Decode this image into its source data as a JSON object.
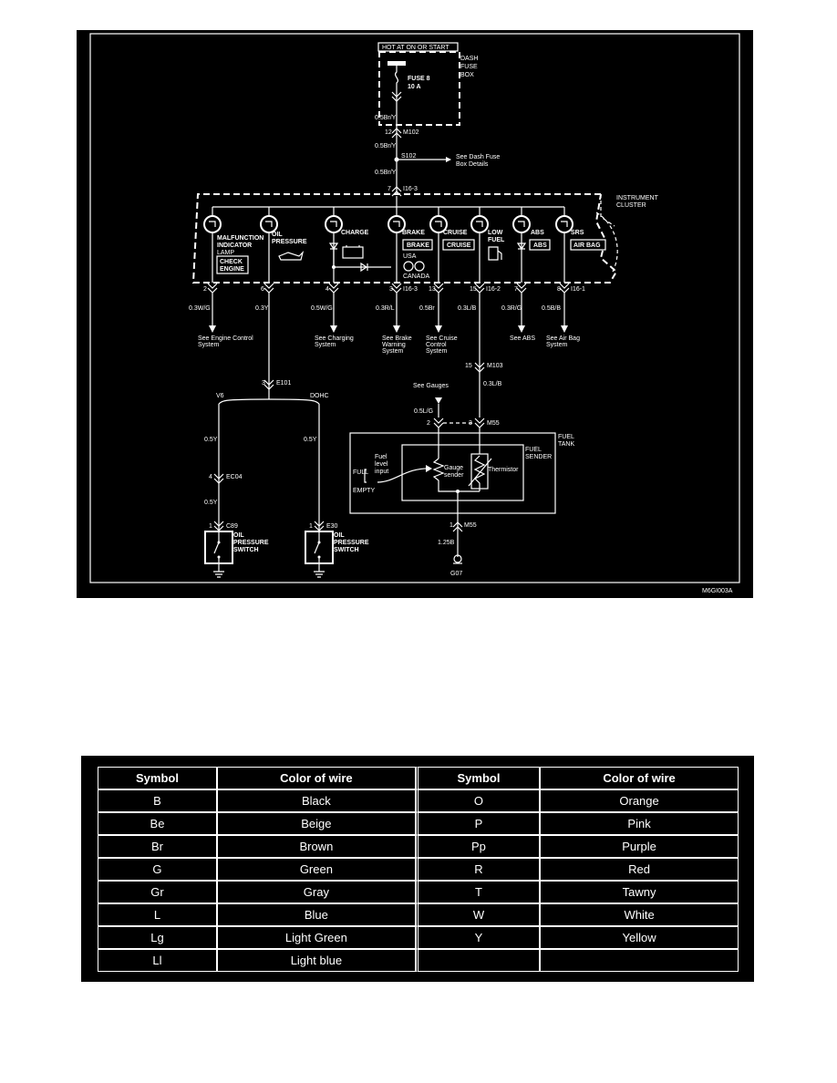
{
  "diagram": {
    "hot_label": "HOT AT ON OR START",
    "dash_fuse_box": [
      "DASH",
      "FUSE",
      "BOX"
    ],
    "fuse": [
      "FUSE 8",
      "10 A"
    ],
    "wire_top": "0.5Br/Y",
    "conn_m102": "M102",
    "pin_12": "12",
    "wire_b": "0.5Br/Y",
    "splice_s102": "S102",
    "see_dash_fuse": [
      "See Dash Fuse",
      "Box Details"
    ],
    "wire_c": "0.5Br/Y",
    "pin_7": "7",
    "conn_i16_3_top": "I16-3",
    "instrument_cluster": [
      "INSTRUMENT",
      "CLUSTER"
    ],
    "lamps": {
      "mil": [
        "MALFUNCTION",
        "INDICATOR",
        "LAMP"
      ],
      "mil_box": [
        "CHECK",
        "ENGINE"
      ],
      "oil": [
        "OIL",
        "PRESSURE"
      ],
      "charge": "CHARGE",
      "brake": "BRAKE",
      "brake_box": "BRAKE",
      "usa": "USA",
      "canada": "CANADA",
      "cruise": "CRUISE",
      "cruise_box": "CRUISE",
      "low_fuel": [
        "LOW",
        "FUEL"
      ],
      "abs": "ABS",
      "abs_box": "ABS",
      "srs": "SRS",
      "srs_box": "AIR BAG"
    },
    "pins": {
      "p2": "2",
      "p6": "6",
      "p4": "4",
      "p3": "3",
      "c_i16_3": "I16-3",
      "p13": "13",
      "p15": "15",
      "c_i16_2": "I16-2",
      "p7b": "7",
      "p8": "8",
      "c_i16_1": "I16-1"
    },
    "wires": {
      "w1": "0.3W/G",
      "w2": "0.3Y",
      "w3": "0.5W/G",
      "w4": "0.3R/L",
      "w5": "0.5Br",
      "w6": "0.3L/B",
      "w7": "0.3R/G",
      "w8": "0.5B/B"
    },
    "refs": {
      "engine": [
        "See Engine Control",
        "System"
      ],
      "charging": [
        "See Charging",
        "System"
      ],
      "brake": [
        "See Brake",
        "Warning",
        "System"
      ],
      "cruise": [
        "See Cruise",
        "Control",
        "System"
      ],
      "abs": "See ABS",
      "airbag": [
        "See Air Bag",
        "System"
      ]
    },
    "m103_pin": "15",
    "m103": "M103",
    "see_gauges": "See Gauges",
    "wire_m103": "0.3L/B",
    "e101_pin": "3",
    "e101": "E101",
    "v6": "V6",
    "dohc": "DOHC",
    "wire_lg": "0.5L/G",
    "m55_pins": [
      "2",
      "3"
    ],
    "m55": "M55",
    "fuel_tank": [
      "FUEL",
      "TANK"
    ],
    "fuel_sender": [
      "FUEL",
      "SENDER"
    ],
    "fuel_level": [
      "Fuel",
      "level",
      "input"
    ],
    "full": "FULL",
    "empty": "EMPTY",
    "gauge_sender": [
      "Gauge",
      "sender"
    ],
    "thermistor": "Thermistor",
    "wire_v6_a": "0.5Y",
    "wire_dohc": "0.5Y",
    "ec04_pin": "4",
    "ec04": "EC04",
    "wire_v6_b": "0.5Y",
    "c89_pin": "1",
    "c89": "C89",
    "e30_pin": "1",
    "e30": "E30",
    "oil_switch": [
      "OIL",
      "PRESSURE",
      "SWITCH"
    ],
    "m55b_pin": "1",
    "m55b": "M55",
    "wire_ground": "1.25B",
    "ground": "G07",
    "figure_id": "M6GI003A"
  },
  "legend": {
    "headers": [
      "Symbol",
      "Color of wire",
      "Symbol",
      "Color of wire"
    ],
    "rows": [
      [
        "B",
        "Black",
        "O",
        "Orange"
      ],
      [
        "Be",
        "Beige",
        "P",
        "Pink"
      ],
      [
        "Br",
        "Brown",
        "Pp",
        "Purple"
      ],
      [
        "G",
        "Green",
        "R",
        "Red"
      ],
      [
        "Gr",
        "Gray",
        "T",
        "Tawny"
      ],
      [
        "L",
        "Blue",
        "W",
        "White"
      ],
      [
        "Lg",
        "Light Green",
        "Y",
        "Yellow"
      ],
      [
        "Ll",
        "Light blue",
        "",
        ""
      ]
    ]
  }
}
